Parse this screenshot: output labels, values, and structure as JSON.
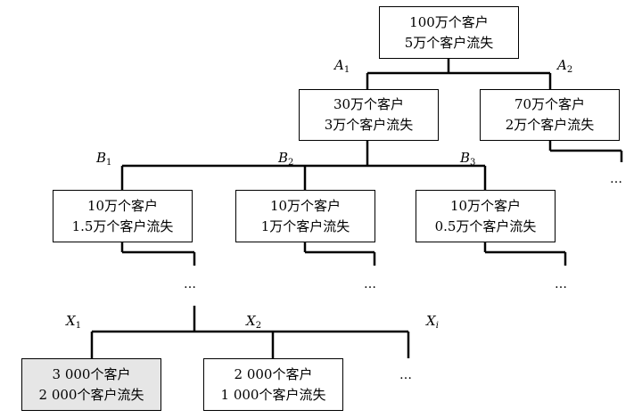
{
  "nodes": {
    "root": {
      "line1": "100万个客户",
      "line2": "5万个客户流失"
    },
    "a1": {
      "line1": "30万个客户",
      "line2": "3万个客户流失"
    },
    "a2": {
      "line1": "70万个客户",
      "line2": "2万个客户流失"
    },
    "b1": {
      "line1": "10万个客户",
      "line2": "1.5万个客户流失"
    },
    "b2": {
      "line1": "10万个客户",
      "line2": "1万个客户流失"
    },
    "b3": {
      "line1": "10万个客户",
      "line2": "0.5万个客户流失"
    },
    "x1": {
      "line1": "3 000个客户",
      "line2": "2 000个客户流失"
    },
    "x2": {
      "line1": "2 000个客户",
      "line2": "1 000个客户流失"
    }
  },
  "labels": {
    "a1": {
      "letter": "A",
      "sub": "1"
    },
    "a2": {
      "letter": "A",
      "sub": "2"
    },
    "b1": {
      "letter": "B",
      "sub": "1"
    },
    "b2": {
      "letter": "B",
      "sub": "2"
    },
    "b3": {
      "letter": "B",
      "sub": "3"
    },
    "x1": {
      "letter": "X",
      "sub": "1"
    },
    "x2": {
      "letter": "X",
      "sub": "2"
    },
    "xi": {
      "letter": "X",
      "sub": "i"
    }
  },
  "ellipsis": "…",
  "highlight_color": "#e6e6e6"
}
